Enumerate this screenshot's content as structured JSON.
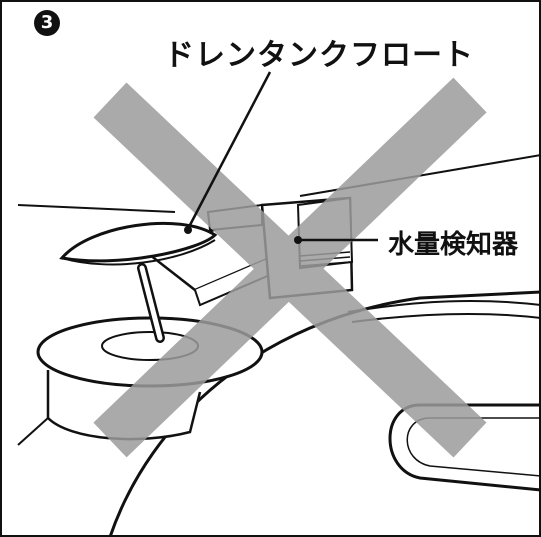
{
  "step": {
    "number": "3"
  },
  "labels": {
    "drain_float": "ドレンタンクフロート",
    "water_sensor": "水量検知器"
  },
  "colors": {
    "cross": "#9c9c9c",
    "line": "#111111",
    "background": "#ffffff"
  },
  "icons": {
    "step_badge": "circled-number-icon",
    "prohibited": "cross-mark-icon"
  }
}
